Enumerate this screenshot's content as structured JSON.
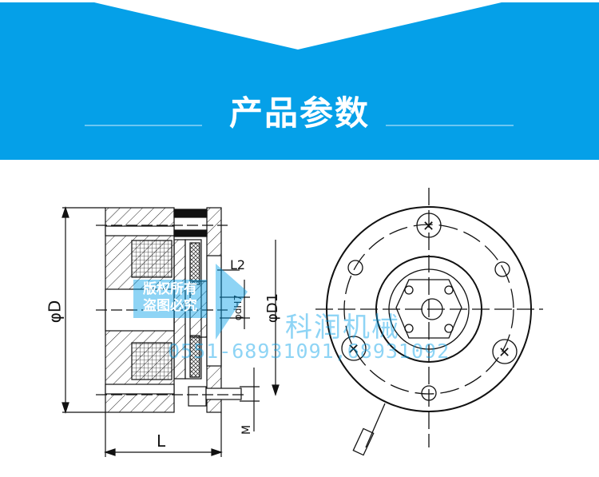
{
  "banner": {
    "title": "产品参数",
    "background_color": "#05a0e8",
    "notch_color": "#ffffff",
    "rule_color": "#6cc6f2"
  },
  "drawing": {
    "labels": {
      "outer_diameter": "φD",
      "length": "L",
      "length2": "L2",
      "bore": "φdH7",
      "mount_diameter": "φD1",
      "thread": "M"
    }
  },
  "watermark": {
    "copyright_line1": "版权所有",
    "copyright_line2": "盗图必究",
    "company": "科润机械",
    "phone": "0551-68931091,68931092"
  }
}
